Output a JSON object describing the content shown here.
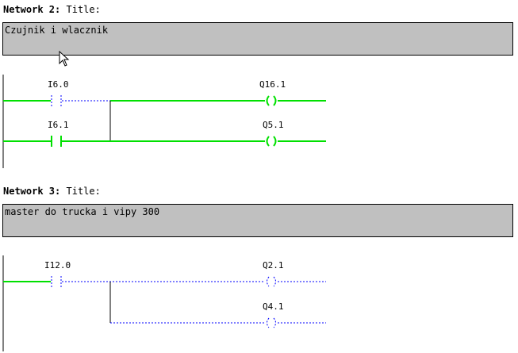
{
  "networks": [
    {
      "label": "Network 2",
      "colon": ":",
      "title_label": "Title:",
      "comment": "Czujnik i wlacznik",
      "contacts": [
        {
          "address": "I6.0",
          "energized": true
        },
        {
          "address": "I6.1",
          "energized": true
        }
      ],
      "coils": [
        {
          "address": "Q16.1",
          "energized": true
        },
        {
          "address": "Q5.1",
          "energized": true
        }
      ]
    },
    {
      "label": "Network 3",
      "colon": ":",
      "title_label": "Title:",
      "comment": "master do trucka i vipy 300",
      "contacts": [
        {
          "address": "I12.0",
          "energized": false
        }
      ],
      "coils": [
        {
          "address": "Q2.1",
          "energized": false
        },
        {
          "address": "Q4.1",
          "energized": false
        }
      ]
    }
  ],
  "colors": {
    "power_flow": "#00e000",
    "no_flow": "#0000ff",
    "rail": "#000000",
    "comment_bg": "#c0c0c0"
  }
}
